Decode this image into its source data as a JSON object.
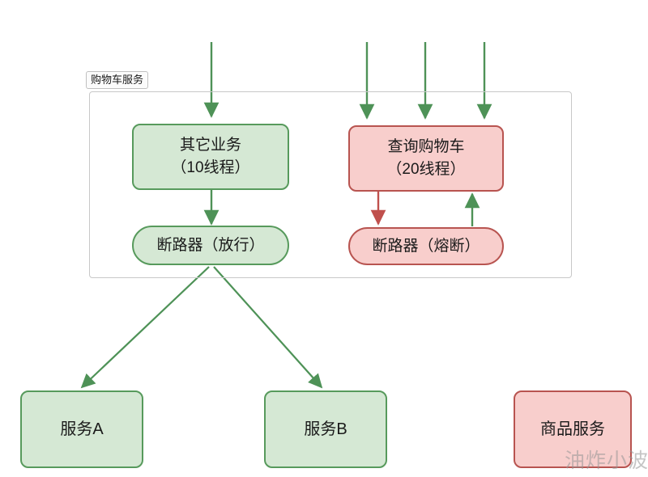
{
  "diagram": {
    "title_group": {
      "label": "购物车服务"
    },
    "nodes": [
      {
        "id": "other-business",
        "line1": "其它业务",
        "line2": "（10线程）",
        "style": "green-box"
      },
      {
        "id": "query-cart",
        "line1": "查询购物车",
        "line2": "（20线程）",
        "style": "red-box"
      },
      {
        "id": "breaker-pass",
        "line1": "断路器（放行）",
        "line2": "",
        "style": "green-pill"
      },
      {
        "id": "breaker-trip",
        "line1": "断路器（熔断）",
        "line2": "",
        "style": "red-pill"
      },
      {
        "id": "service-a",
        "line1": "服务A",
        "line2": "",
        "style": "green-box"
      },
      {
        "id": "service-b",
        "line1": "服务B",
        "line2": "",
        "style": "green-box"
      },
      {
        "id": "product-service",
        "line1": "商品服务",
        "line2": "",
        "style": "red-box"
      }
    ],
    "colors": {
      "green_fill": "#d5e8d4",
      "green_stroke": "#579a5c",
      "red_fill": "#f8cecc",
      "red_stroke": "#b85450",
      "group_stroke": "#c8c8c8",
      "background": "#ffffff"
    },
    "watermark": "油炸小波"
  }
}
